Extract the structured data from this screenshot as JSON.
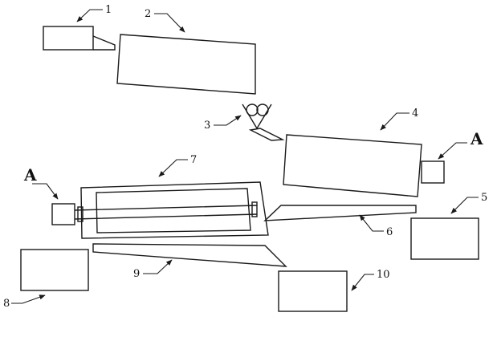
{
  "diagram": {
    "callouts": {
      "c1": "1",
      "c2": "2",
      "c3": "3",
      "c4": "4",
      "c5": "5",
      "c6": "6",
      "c7": "7",
      "c8": "8",
      "c9": "9",
      "c10": "10"
    },
    "section_marker_right": "A",
    "section_marker_left": "A"
  },
  "colors": {
    "line": "#1a1a1a",
    "background": "#ffffff"
  }
}
